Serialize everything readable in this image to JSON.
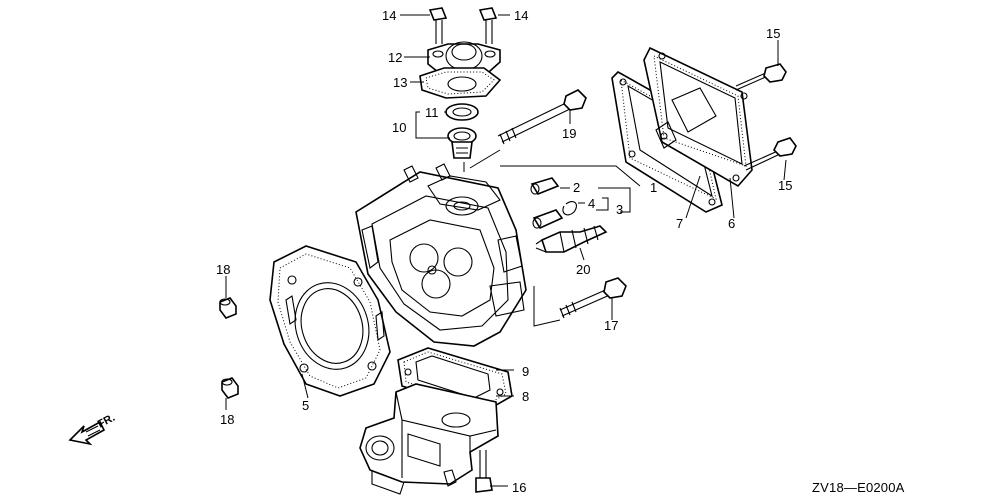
{
  "diagram": {
    "code": "ZV18—E0200A",
    "direction_label": "FR.",
    "callouts": {
      "c1": "1",
      "c2": "2",
      "c3": "3",
      "c4": "4",
      "c5": "5",
      "c6": "6",
      "c7": "7",
      "c8": "8",
      "c9": "9",
      "c10": "10",
      "c11": "11",
      "c12": "12",
      "c13": "13",
      "c14a": "14",
      "c14b": "14",
      "c15a": "15",
      "c15b": "15",
      "c16": "16",
      "c17": "17",
      "c18a": "18",
      "c18b": "18",
      "c19": "19",
      "c20": "20"
    }
  }
}
